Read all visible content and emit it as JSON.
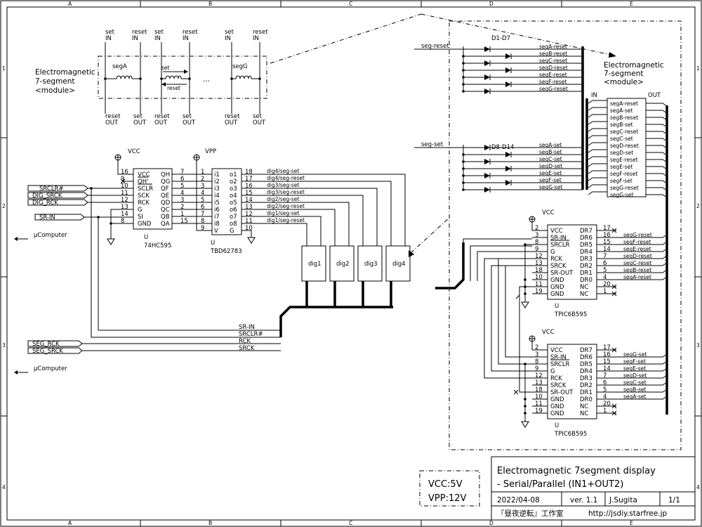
{
  "border": {
    "col_labels": [
      "A",
      "B",
      "C",
      "D",
      "E"
    ],
    "row_labels": [
      "1",
      "2",
      "3",
      "4"
    ]
  },
  "module": {
    "title_lines": [
      "Electromagnetic",
      "7-segment",
      "<module>"
    ],
    "set": "set",
    "reset": "reset",
    "IN": "IN",
    "OUT": "OUT",
    "segA": "segA",
    "segG": "segG",
    "ellipsis": "..."
  },
  "ic595": {
    "ref": "U",
    "name": "74HC595",
    "left_pins": [
      {
        "num": "16",
        "name": "VCC"
      },
      {
        "num": "9",
        "name": "QH'"
      },
      {
        "num": "10",
        "name": "SCLR"
      },
      {
        "num": "11",
        "name": "SCK"
      },
      {
        "num": "12",
        "name": "RCK"
      },
      {
        "num": "13",
        "name": "G"
      },
      {
        "num": "14",
        "name": "SI"
      },
      {
        "num": "8",
        "name": "GND"
      }
    ],
    "right_pins": [
      {
        "num": "7",
        "name": "QH"
      },
      {
        "num": "6",
        "name": "QG"
      },
      {
        "num": "5",
        "name": "QF"
      },
      {
        "num": "4",
        "name": "QE"
      },
      {
        "num": "3",
        "name": "QD"
      },
      {
        "num": "2",
        "name": "QC"
      },
      {
        "num": "1",
        "name": "QB"
      },
      {
        "num": "15",
        "name": "QA"
      }
    ]
  },
  "td": {
    "ref": "U",
    "name": "TBD62783",
    "left_pins": [
      {
        "num": "1",
        "name": "i1"
      },
      {
        "num": "2",
        "name": "i2"
      },
      {
        "num": "3",
        "name": "i3"
      },
      {
        "num": "4",
        "name": "i4"
      },
      {
        "num": "5",
        "name": "i5"
      },
      {
        "num": "6",
        "name": "i6"
      },
      {
        "num": "7",
        "name": "i7"
      },
      {
        "num": "8",
        "name": "i8"
      },
      {
        "num": "9",
        "name": "V"
      }
    ],
    "right_pins": [
      {
        "num": "18",
        "name": "o1"
      },
      {
        "num": "17",
        "name": "o2"
      },
      {
        "num": "16",
        "name": "o3"
      },
      {
        "num": "15",
        "name": "o4"
      },
      {
        "num": "14",
        "name": "o5"
      },
      {
        "num": "13",
        "name": "o6"
      },
      {
        "num": "12",
        "name": "o7"
      },
      {
        "num": "11",
        "name": "o8"
      },
      {
        "num": "10",
        "name": "G"
      }
    ],
    "outputs": [
      "dig4/seg-set",
      "dig4/seg-reset",
      "dig3/seg-set",
      "dig3/seg-reset",
      "dig2/seg-set",
      "dig2/seg-reset",
      "dig1/seg-set",
      "dig1/seg-reset"
    ]
  },
  "power": {
    "vcc": "VCC",
    "vpp": "VPP"
  },
  "signals": {
    "srclr": "SRCLR#",
    "dig_srck": "DIG_SRCK",
    "dig_rck": "DIG_RCK",
    "sr_in": "SR-IN",
    "seg_rck": "SEG_RCK",
    "seg_srck": "SEG_SRCK",
    "ucomputer": "μComputer",
    "bus_labels": [
      "SR-IN",
      "SRCLR#",
      "RCK",
      "SRCK"
    ]
  },
  "digits": [
    "dig1",
    "dig2",
    "dig3",
    "dig4"
  ],
  "diodes": {
    "d1_label": "D1-D7",
    "d8_label": "D8-D14",
    "seg_reset": "seg-reset",
    "seg_set": "seg-set",
    "reset_lines": [
      "segA-reset",
      "segB-reset",
      "segC-reset",
      "segD-reset",
      "segE-reset",
      "segF-reset",
      "segG-reset"
    ],
    "set_lines": [
      "segA-set",
      "segB-set",
      "segC-set",
      "segD-set",
      "segE-set",
      "segF-set",
      "segG-set"
    ]
  },
  "module_r": {
    "title_lines": [
      "Electromagnetic",
      "7-segment",
      "<module>"
    ],
    "IN": "IN",
    "OUT": "OUT",
    "pins": [
      "segA-reset",
      "segA-set",
      "segB-reset",
      "segB-set",
      "segC-reset",
      "segC-set",
      "segD-reset",
      "segD-set",
      "segE-reset",
      "segE-set",
      "segF-reset",
      "segF-set",
      "segG-reset",
      "segG-set"
    ]
  },
  "tpic": {
    "ref": "U",
    "name": "TPIC6B595",
    "left_pins": [
      {
        "num": "2",
        "name": "VCC"
      },
      {
        "num": "3",
        "name": "SR-IN"
      },
      {
        "num": "8",
        "name": "SRCLR"
      },
      {
        "num": "9",
        "name": "G"
      },
      {
        "num": "12",
        "name": "RCK"
      },
      {
        "num": "13",
        "name": "SRCK"
      },
      {
        "num": "18",
        "name": "SR-OUT"
      },
      {
        "num": "10",
        "name": "GND"
      },
      {
        "num": "11",
        "name": "GND"
      },
      {
        "num": "19",
        "name": "GND"
      }
    ],
    "right_pins": [
      {
        "num": "17",
        "name": "DR7"
      },
      {
        "num": "16",
        "name": "DR6"
      },
      {
        "num": "15",
        "name": "DR5"
      },
      {
        "num": "14",
        "name": "DR4"
      },
      {
        "num": "7",
        "name": "DR3"
      },
      {
        "num": "6",
        "name": "DR2"
      },
      {
        "num": "5",
        "name": "DR1"
      },
      {
        "num": "4",
        "name": "DR0"
      },
      {
        "num": "20",
        "name": "NC"
      },
      {
        "num": "1",
        "name": "NC"
      }
    ],
    "reset_nets": [
      "",
      "segG-reset",
      "segF-reset",
      "segE-reset",
      "segD-reset",
      "segC-reset",
      "segB-reset",
      "segA-reset",
      "",
      ""
    ],
    "set_nets": [
      "",
      "segG-set",
      "segF-set",
      "segE-set",
      "segD-set",
      "segC-set",
      "segB-set",
      "segA-set",
      "",
      ""
    ]
  },
  "power_note": {
    "vcc": "VCC:5V",
    "vpp": "VPP:12V"
  },
  "title_block": {
    "title1": "Electromagnetic 7segment display",
    "title2": " - Serial/Parallel (IN1+OUT2)",
    "date": "2022/04-08",
    "ver": "ver. 1.1",
    "author": "J.Sugita",
    "sheet": "1/1",
    "studio": "『昼夜逆転』工作室",
    "url": "http://jsdiy.starfree.jp"
  }
}
